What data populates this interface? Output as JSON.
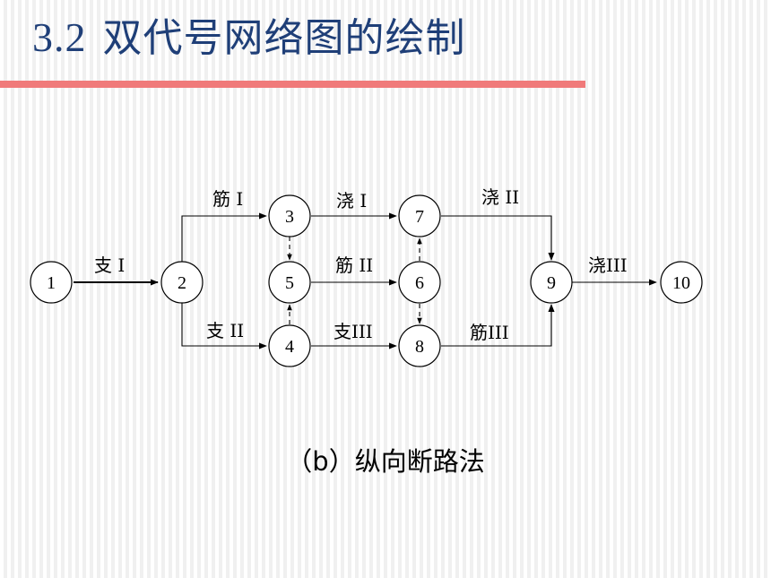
{
  "slide": {
    "title_number": "3.2",
    "title_text": "双代号网络图的绘制",
    "caption": "（b）纵向断路法"
  },
  "diagram": {
    "nodes": [
      {
        "id": "n1",
        "label": "1"
      },
      {
        "id": "n2",
        "label": "2"
      },
      {
        "id": "n3",
        "label": "3"
      },
      {
        "id": "n4",
        "label": "4"
      },
      {
        "id": "n5",
        "label": "5"
      },
      {
        "id": "n6",
        "label": "6"
      },
      {
        "id": "n7",
        "label": "7"
      },
      {
        "id": "n8",
        "label": "8"
      },
      {
        "id": "n9",
        "label": "9"
      },
      {
        "id": "n10",
        "label": "10"
      }
    ],
    "edges": [
      {
        "from": "1",
        "to": "2",
        "label": "支 I",
        "type": "solid"
      },
      {
        "from": "2",
        "to": "3",
        "label": "筋 I",
        "type": "solid"
      },
      {
        "from": "2",
        "to": "4",
        "label": "支 II",
        "type": "solid"
      },
      {
        "from": "3",
        "to": "7",
        "label": "浇 I",
        "type": "solid"
      },
      {
        "from": "5",
        "to": "6",
        "label": "筋 II",
        "type": "solid"
      },
      {
        "from": "4",
        "to": "8",
        "label": "支III",
        "type": "solid"
      },
      {
        "from": "7",
        "to": "9",
        "label": "浇 II",
        "type": "solid"
      },
      {
        "from": "8",
        "to": "9",
        "label": "筋III",
        "type": "solid"
      },
      {
        "from": "9",
        "to": "10",
        "label": "浇III",
        "type": "solid"
      },
      {
        "from": "3",
        "to": "5",
        "label": "",
        "type": "dummy"
      },
      {
        "from": "4",
        "to": "5",
        "label": "",
        "type": "dummy"
      },
      {
        "from": "6",
        "to": "7",
        "label": "",
        "type": "dummy"
      },
      {
        "from": "6",
        "to": "8",
        "label": "",
        "type": "dummy"
      }
    ]
  }
}
